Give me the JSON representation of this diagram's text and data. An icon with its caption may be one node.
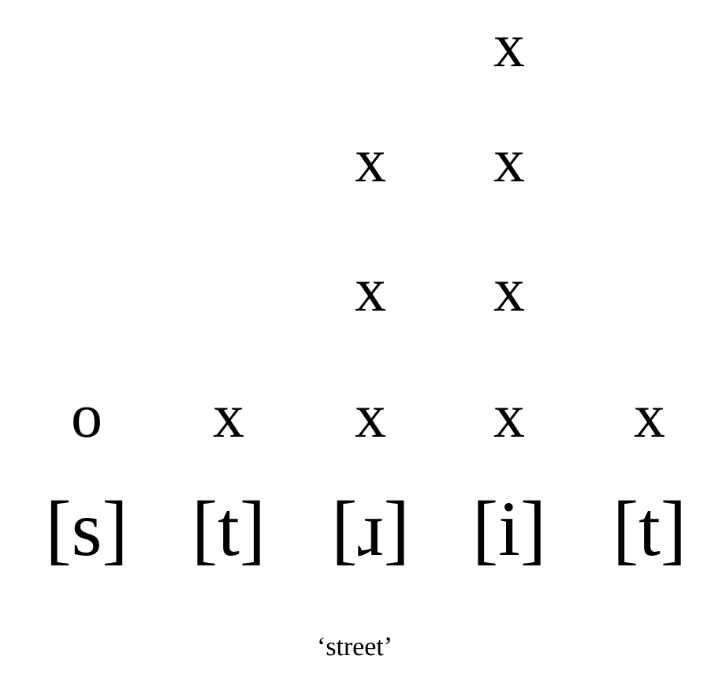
{
  "diagram": {
    "caption": "‘street’",
    "labels": [
      "x",
      "x",
      "x",
      "x",
      "x",
      "o",
      "x",
      "x",
      "x",
      "x",
      "[s]",
      "[t]",
      "[ɹ]",
      "[i]",
      "[t]"
    ]
  }
}
